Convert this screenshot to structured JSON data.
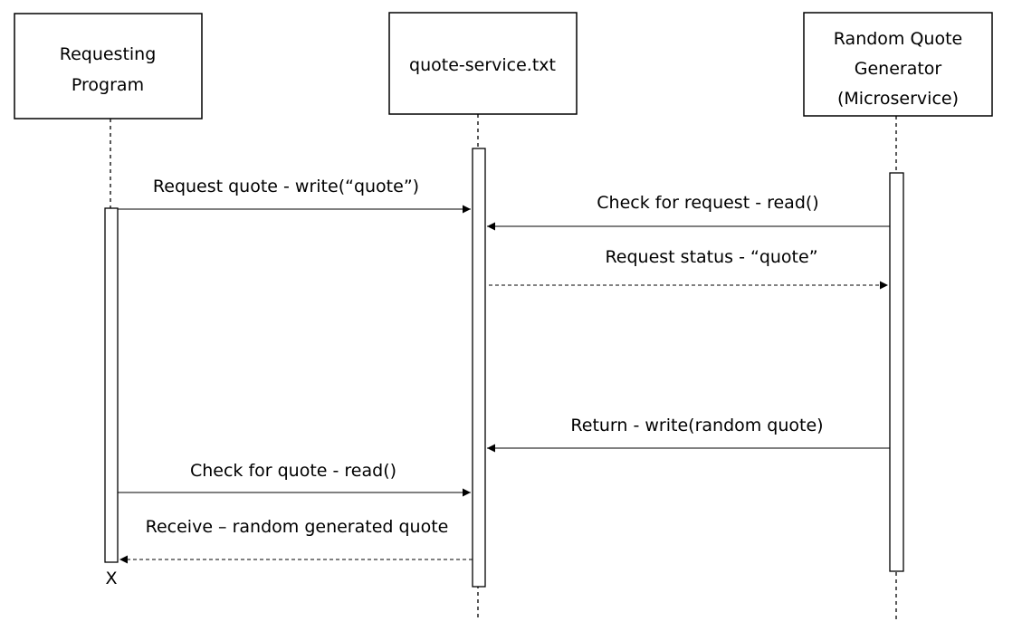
{
  "participants": [
    {
      "id": "requester",
      "lines": [
        "Requesting",
        "Program"
      ]
    },
    {
      "id": "file",
      "lines": [
        "quote-service.txt"
      ]
    },
    {
      "id": "generator",
      "lines": [
        "Random Quote",
        "Generator",
        "(Microservice)"
      ]
    }
  ],
  "messages": [
    {
      "id": "m1",
      "from": "requester",
      "to": "file",
      "style": "solid",
      "label": "Request quote - write(“quote”)"
    },
    {
      "id": "m2",
      "from": "generator",
      "to": "file",
      "style": "solid",
      "label": "Check for request - read()"
    },
    {
      "id": "m3",
      "from": "file",
      "to": "generator",
      "style": "dashed",
      "label": "Request status - “quote”"
    },
    {
      "id": "m4",
      "from": "generator",
      "to": "file",
      "style": "solid",
      "label": "Return - write(random quote)"
    },
    {
      "id": "m5",
      "from": "requester",
      "to": "file",
      "style": "solid",
      "label": "Check for quote - read()"
    },
    {
      "id": "m6",
      "from": "file",
      "to": "requester",
      "style": "dashed",
      "label": "Receive – random generated quote"
    }
  ],
  "termination": {
    "participant": "requester",
    "label": "X"
  }
}
